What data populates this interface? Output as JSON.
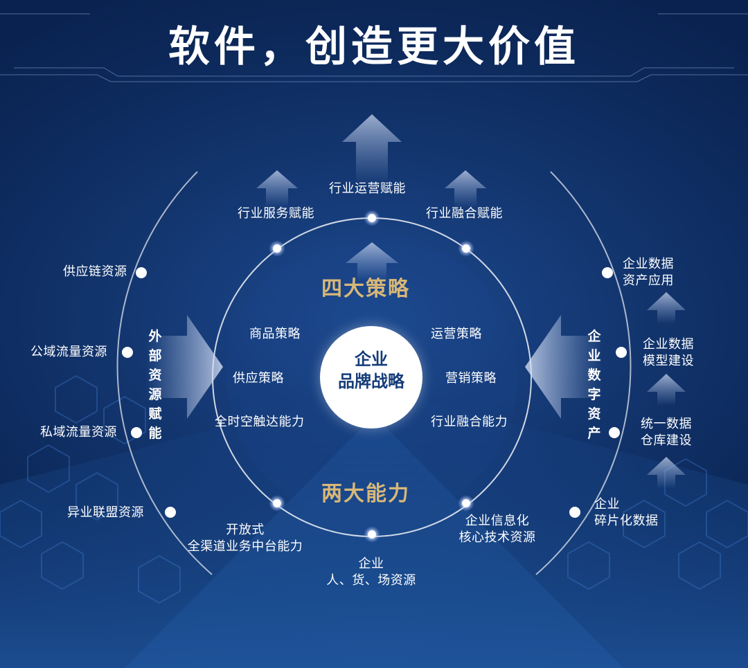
{
  "title": "软件，创造更大价值",
  "center": {
    "line1": "企业",
    "line2": "品牌战略"
  },
  "four_strategies": "四大策略",
  "two_capabilities": "两大能力",
  "inner_items": {
    "goods": "商品策略",
    "supply": "供应策略",
    "touch": "全时空触达能力",
    "ops": "运营策略",
    "marketing": "营销策略",
    "fusion": "行业融合能力"
  },
  "top_nodes": {
    "service": "行业服务赋能",
    "operation": "行业运营赋能",
    "fusion": "行业融合赋能"
  },
  "bottom_nodes": {
    "open_line1": "开放式",
    "open_line2": "全渠道业务中台能力",
    "people_line1": "企业",
    "people_line2": "人、货、场资源",
    "info_line1": "企业信息化",
    "info_line2": "核心技术资源"
  },
  "left_vertical": "外部资源赋能",
  "left_items": {
    "supply_chain": "供应链资源",
    "public": "公域流量资源",
    "private": "私域流量资源",
    "alliance": "异业联盟资源"
  },
  "right_vertical": "企业数字资产",
  "right_items": {
    "data_app_1": "企业数据",
    "data_app_2": "资产应用",
    "model_1": "企业数据",
    "model_2": "模型建设",
    "warehouse_1": "统一数据",
    "warehouse_2": "仓库建设",
    "fragment_1": "企业",
    "fragment_2": "碎片化数据"
  },
  "colors": {
    "gold": "#d8b878",
    "background": "#143873",
    "center_text": "#153c78"
  }
}
